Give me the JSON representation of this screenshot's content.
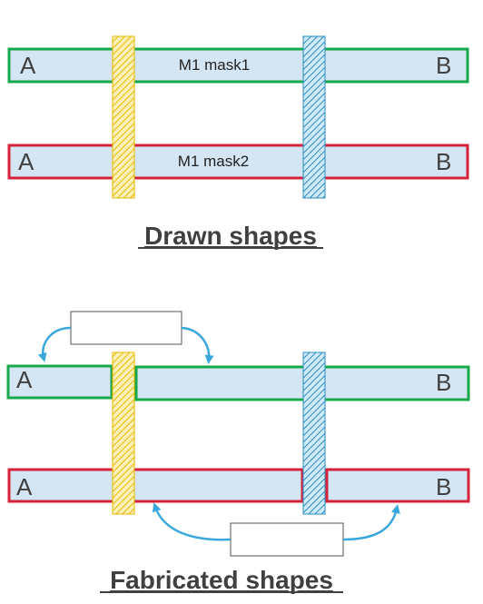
{
  "drawn": {
    "title": "Drawn shapes",
    "mask1_label": "M1 mask1",
    "mask2_label": "M1 mask2",
    "left_label_1": "A",
    "right_label_1": "B",
    "left_label_2": "A",
    "right_label_2": "B"
  },
  "fabricated": {
    "title": "Fabricated shapes",
    "left_label_1": "A",
    "right_label_1": "B",
    "left_label_2": "A",
    "right_label_2": "B"
  },
  "colors": {
    "wire_fill": "#d4e6f4",
    "mask1_border": "#17a84b",
    "mask2_border": "#d6223a",
    "via_yellow": "#e8c020",
    "via_blue": "#3a9ad0",
    "arrow": "#3aa8dc",
    "text": "#404040"
  }
}
